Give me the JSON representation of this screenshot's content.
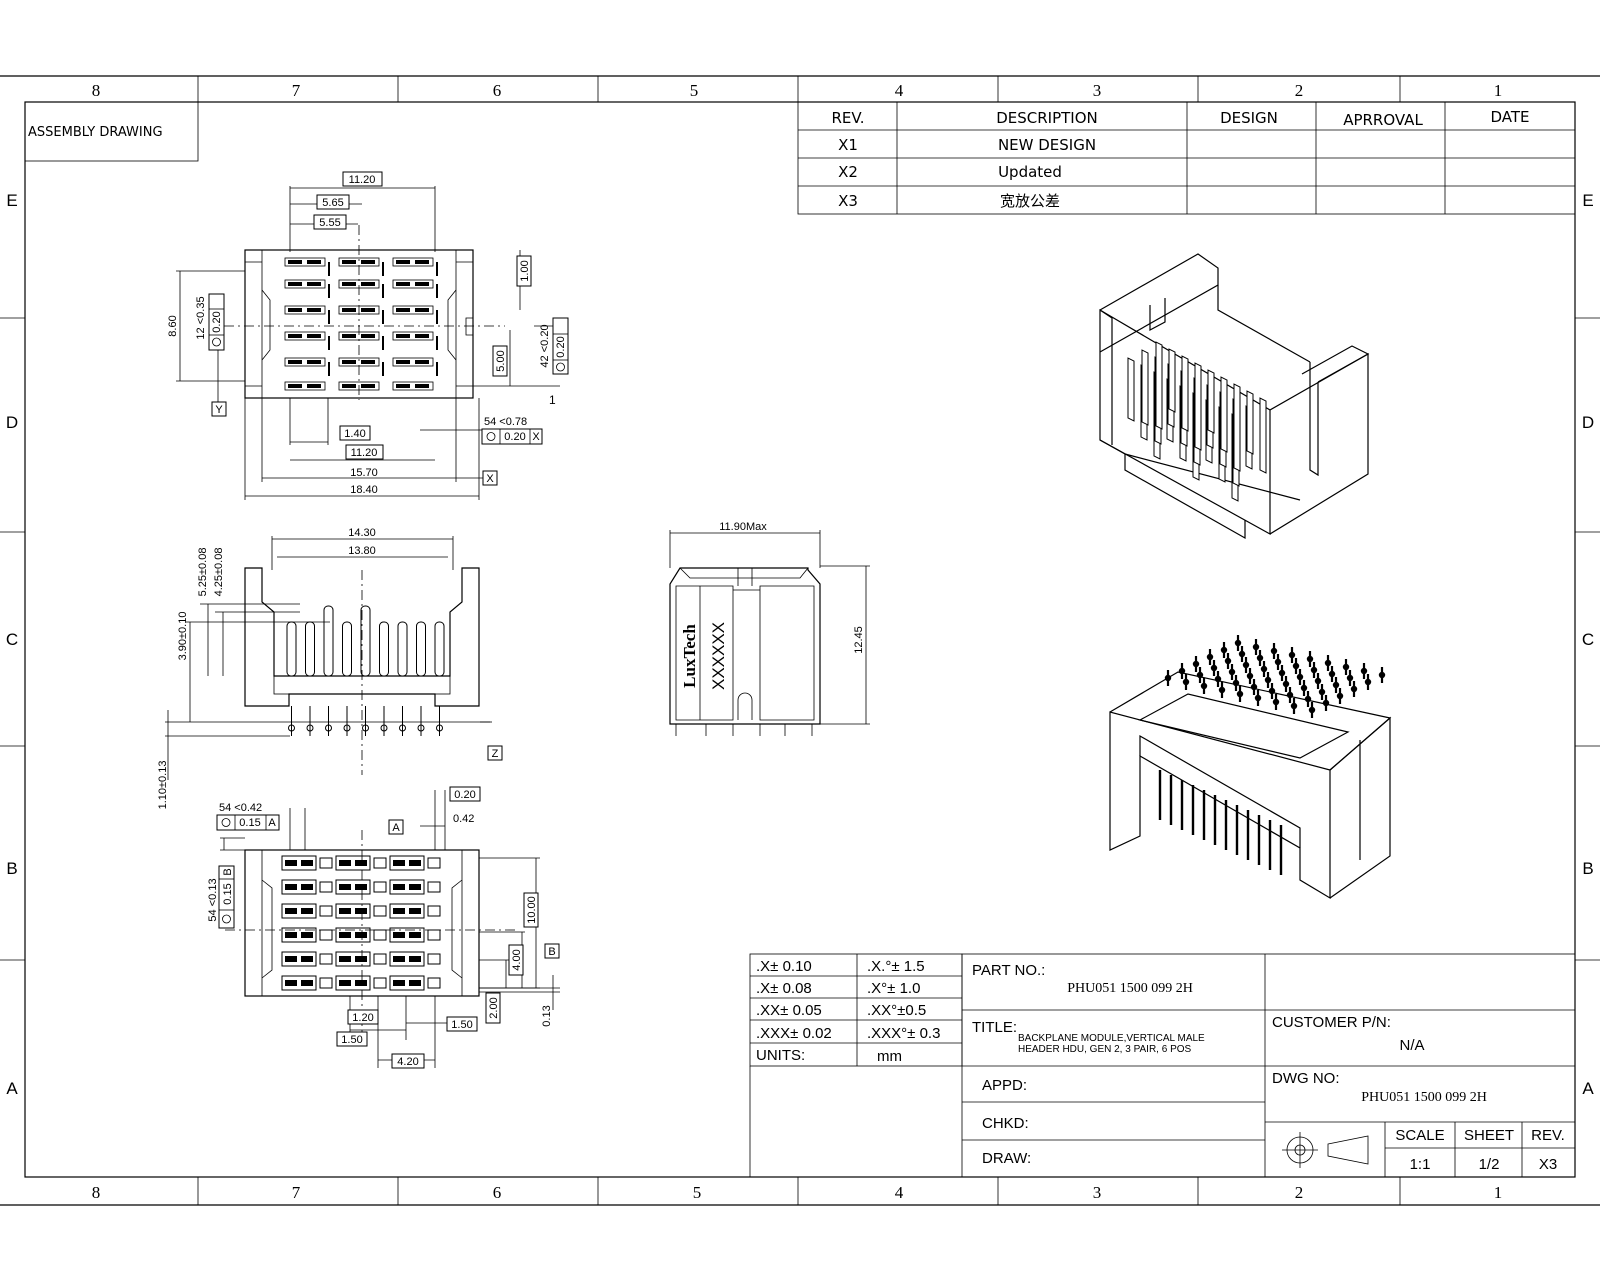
{
  "frame": {
    "columns_top": [
      "8",
      "7",
      "6",
      "5",
      "4",
      "3",
      "2",
      "1"
    ],
    "columns_bottom": [
      "8",
      "7",
      "6",
      "5",
      "4",
      "3",
      "2",
      "1"
    ],
    "rows_left": [
      "E",
      "D",
      "C",
      "B",
      "A"
    ],
    "rows_right": [
      "E",
      "D",
      "C",
      "B",
      "A"
    ]
  },
  "header_label": "ASSEMBLY DRAWING",
  "revision_table": {
    "headers": [
      "REV.",
      "DESCRIPTION",
      "DESIGN",
      "APRROVAL",
      "DATE"
    ],
    "rows": [
      {
        "rev": "X1",
        "description": "NEW DESIGN"
      },
      {
        "rev": "X2",
        "description": "Updated"
      },
      {
        "rev": "X3",
        "description": "宽放公差"
      }
    ]
  },
  "dimensions": {
    "top_view": {
      "d1120a": "11.20",
      "d565": "5.65",
      "d555": "5.55",
      "d100": "1.00",
      "d860": "8.60",
      "d12x035": "12 <0.35",
      "d020y": "0.20",
      "datumY": "Y",
      "d500": "5.00",
      "d42x020": "42 <0.20",
      "d020b": "0.20",
      "d140": "1.40",
      "d1120b": "11.20",
      "d1570": "15.70",
      "d1840": "18.40",
      "d54x078": "54 <0.78",
      "d020x": "0.20",
      "datumX": "X",
      "one": "1"
    },
    "side_view": {
      "d1430": "14.30",
      "d1380": "13.80",
      "d525": "5.25±0.08",
      "d425": "4.25±0.08",
      "d390": "3.90±0.10",
      "d110": "1.10±0.13",
      "datumZ": "Z"
    },
    "end_view": {
      "d1190": "11.90Max",
      "d1245": "12.45",
      "brand": "LuxTech",
      "mark": "XXXXXX"
    },
    "bottom_view": {
      "d020": "0.20",
      "d042": "0.42",
      "d54x042": "54 <0.42",
      "d015a": "0.15",
      "datumA": "A",
      "d54x013": "54 <0.13",
      "d015b": "0.15",
      "datumB": "B",
      "d1000": "10.00",
      "d400a": "4.00",
      "d200": "2.00",
      "d013": "0.13",
      "d120": "1.20",
      "d150a": "1.50",
      "d150b": "1.50",
      "d420": "4.20"
    }
  },
  "tolerances": [
    {
      "linear": ".X± 0.10",
      "angular": ".X.°± 1.5"
    },
    {
      "linear": ".X± 0.08",
      "angular": ".X°± 1.0"
    },
    {
      "linear": ".XX± 0.05",
      "angular": ".XX°±0.5"
    },
    {
      "linear": ".XXX± 0.02",
      "angular": ".XXX°± 0.3"
    }
  ],
  "units_label": "UNITS:",
  "units_value": "mm",
  "title_block": {
    "part_no_label": "PART NO.:",
    "part_no": "PHU051 1500 099 2H",
    "title_label": "TITLE:",
    "title_line1": "BACKPLANE MODULE,VERTICAL MALE",
    "title_line2": "HEADER HDU, GEN 2, 3 PAIR, 6 POS",
    "customer_label": "CUSTOMER P/N:",
    "customer_value": "N/A",
    "dwg_label": "DWG NO:",
    "dwg_no": "PHU051 1500 099 2H",
    "appd": "APPD:",
    "chkd": "CHKD:",
    "draw": "DRAW:",
    "scale_label": "SCALE",
    "sheet_label": "SHEET",
    "rev_label": "REV.",
    "scale": "1:1",
    "sheet": "1/2",
    "rev": "X3"
  }
}
